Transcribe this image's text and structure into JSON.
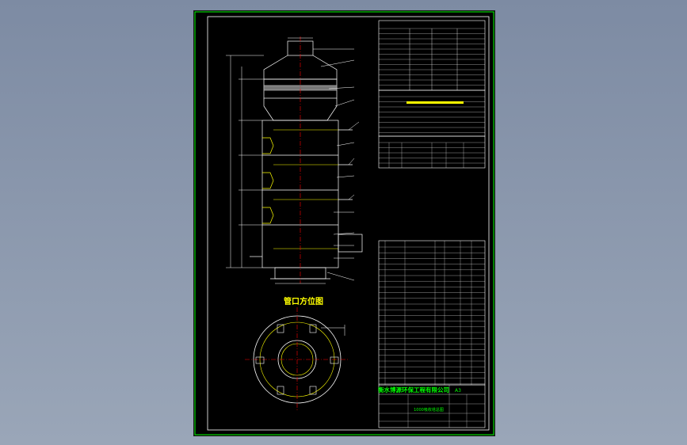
{
  "drawing": {
    "view_title": "管口方位图",
    "title_block": {
      "company": "衡水博源环保工程有限公司",
      "drawing_name": "1000吸收塔总图",
      "scale": "A3"
    }
  },
  "colors": {
    "background": "#000000",
    "frame": "#00ff00",
    "line": "#ffffff",
    "centerline": "#ff0000",
    "accent": "#ffff00",
    "text": "#00ff00"
  }
}
